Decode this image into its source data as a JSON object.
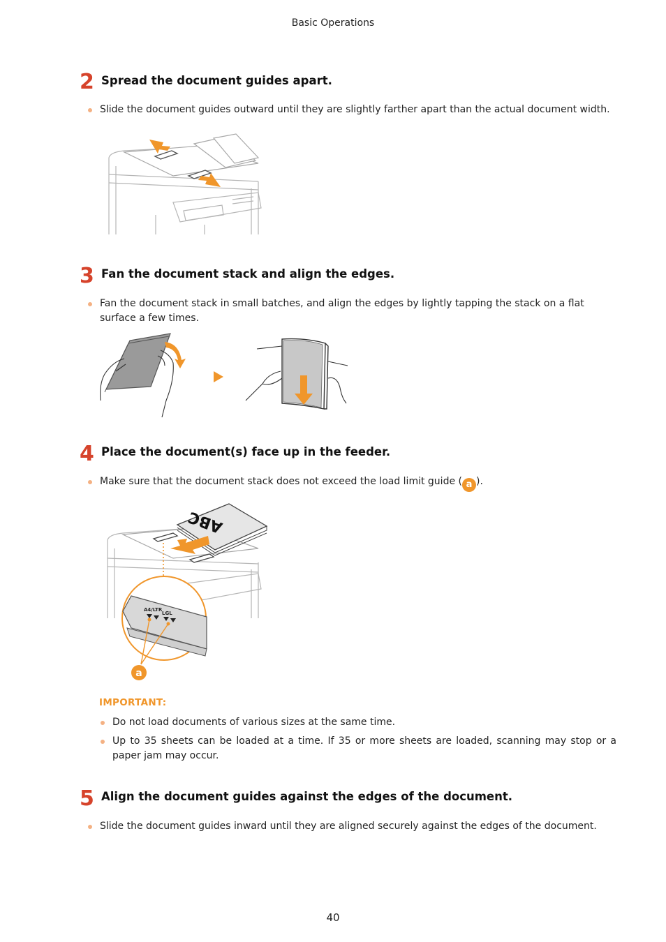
{
  "header": {
    "section": "Basic Operations"
  },
  "steps": [
    {
      "number": "2",
      "title": "Spread the document guides apart.",
      "bullets": [
        "Slide the document guides outward until they are slightly farther apart than the actual document width."
      ]
    },
    {
      "number": "3",
      "title": "Fan the document stack and align the edges.",
      "bullets": [
        "Fan the document stack in small batches, and align the edges by lightly tapping the stack on a flat surface a few times."
      ]
    },
    {
      "number": "4",
      "title": "Place the document(s) face up in the feeder.",
      "bullets": [
        {
          "before": "Make sure that the document stack does not exceed the load limit guide (",
          "callout": "a",
          "after": ")."
        }
      ]
    },
    {
      "number": "5",
      "title": "Align the document guides against the edges of the document.",
      "bullets": [
        "Slide the document guides inward until they are aligned securely against the edges of the document."
      ]
    }
  ],
  "important": {
    "label": "IMPORTANT:",
    "items": [
      "Do not load documents of various sizes at the same time.",
      "Up to 35 sheets can be loaded at a time. If 35 or more sheets are loaded, scanning may stop or a paper jam may occur."
    ]
  },
  "illustrations": {
    "document_text": "ABC",
    "guide_label_1": "A4/LTR",
    "guide_label_2": "LGL",
    "callout": "a"
  },
  "footer": {
    "page_number": "40"
  },
  "colors": {
    "accent_orange": "#f0962b",
    "step_number_red": "#d6432b",
    "bullet": "#f4b183"
  }
}
